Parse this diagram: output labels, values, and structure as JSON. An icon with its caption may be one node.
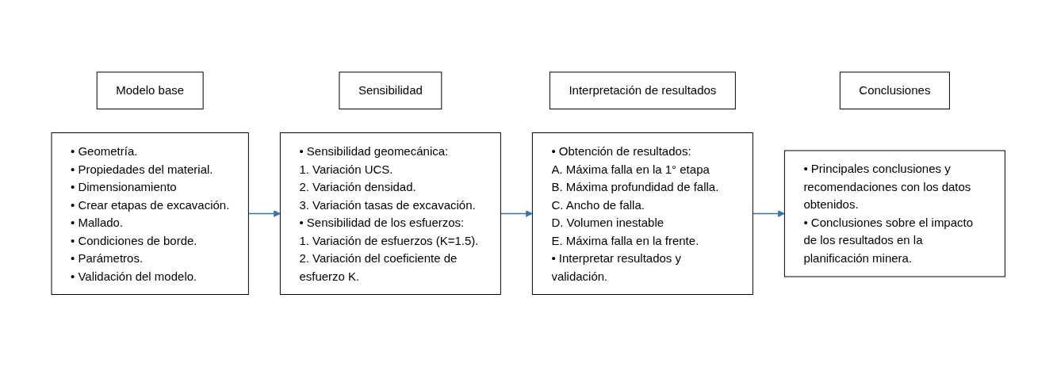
{
  "diagram": {
    "nodes": [
      {
        "text": [
          "Modelo base"
        ]
      },
      {
        "text": [
          "Sensibilidad"
        ]
      },
      {
        "text": [
          "Interpretación de resultados"
        ]
      },
      {
        "text": [
          "Conclusiones"
        ]
      },
      {
        "text": [
          "• Geometría.",
          "• Propiedades del material.",
          "• Dimensionamiento",
          "• Crear etapas de excavación.",
          "• Mallado.",
          "• Condiciones de borde.",
          "• Parámetros.",
          "• Validación del modelo."
        ]
      },
      {
        "text": [
          "• Sensibilidad geomecánica:",
          "1. Variación UCS.",
          "2. Variación densidad.",
          "3. Variación tasas de excavación.",
          "• Sensibilidad de los esfuerzos:",
          "1. Variación de esfuerzos (K=1.5).",
          "2. Variación del coeficiente de esfuerzo K."
        ]
      },
      {
        "text": [
          "• Obtención de resultados:",
          "A. Máxima falla en la 1° etapa",
          "B. Máxima profundidad de falla.",
          "C. Ancho de falla.",
          "D. Volumen inestable",
          "E. Máxima falla en la frente.",
          "• Interpretar resultados y validación."
        ]
      },
      {
        "text": [
          "• Principales conclusiones y recomendaciones con los datos obtenidos.",
          "• Conclusiones sobre el impacto de los resultados en la planificación minera."
        ]
      }
    ],
    "edges": [
      {
        "from": 4,
        "to": 5,
        "arrow": "to"
      },
      {
        "from": 5,
        "to": 6,
        "arrow": "to"
      },
      {
        "from": 6,
        "to": 7,
        "arrow": "to"
      }
    ]
  }
}
